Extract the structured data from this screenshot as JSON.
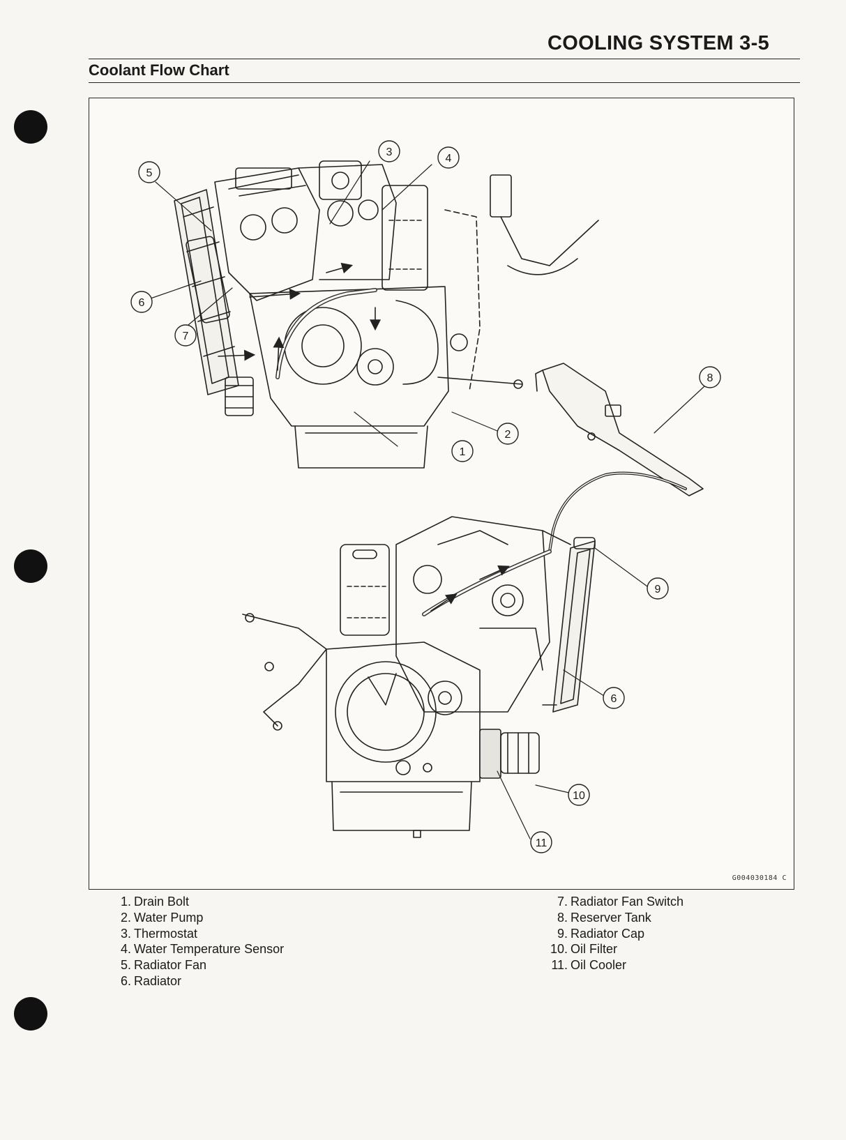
{
  "header": {
    "section_heading": "COOLING SYSTEM 3-5",
    "page_title": "Coolant Flow Chart"
  },
  "figure": {
    "code": "G004030184 C",
    "callouts": [
      "1",
      "2",
      "3",
      "4",
      "5",
      "6",
      "7",
      "8",
      "9",
      "10",
      "11"
    ]
  },
  "legend": {
    "left": [
      {
        "num": "1.",
        "label": "Drain Bolt"
      },
      {
        "num": "2.",
        "label": "Water Pump"
      },
      {
        "num": "3.",
        "label": "Thermostat"
      },
      {
        "num": "4.",
        "label": "Water Temperature Sensor"
      },
      {
        "num": "5.",
        "label": "Radiator Fan"
      },
      {
        "num": "6.",
        "label": "Radiator"
      }
    ],
    "right": [
      {
        "num": "7.",
        "label": "Radiator Fan Switch"
      },
      {
        "num": "8.",
        "label": "Reserver Tank"
      },
      {
        "num": "9.",
        "label": "Radiator Cap"
      },
      {
        "num": "10.",
        "label": "Oil Filter"
      },
      {
        "num": "11.",
        "label": "Oil Cooler"
      }
    ]
  }
}
